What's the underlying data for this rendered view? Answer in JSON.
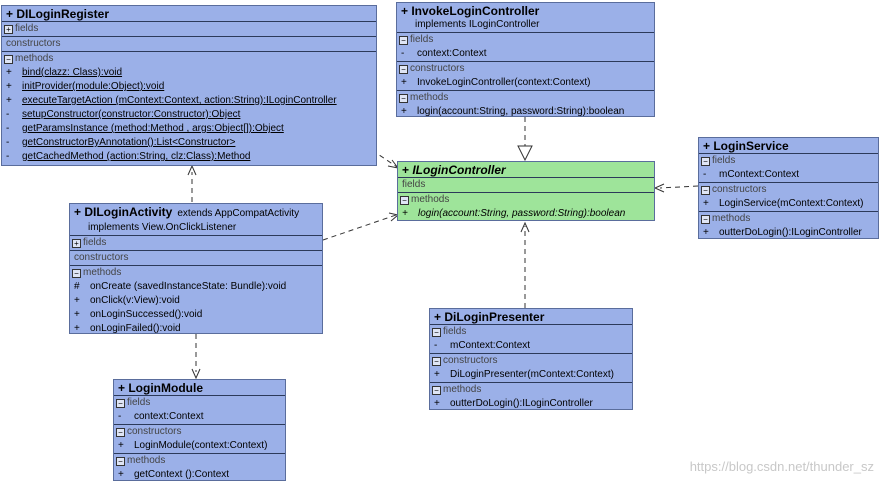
{
  "diagram": {
    "sections": {
      "fields": "fields",
      "constructors": "constructors",
      "methods": "methods"
    },
    "classes": {
      "DILoginRegister": {
        "title": "DILoginRegister",
        "methods": [
          {
            "vis": "+",
            "text": "bind(clazz: Class):void"
          },
          {
            "vis": "+",
            "text": "initProvider(module:Object):void"
          },
          {
            "vis": "+",
            "text": "executeTargetAction (mContext:Context,  action:String):ILoginController"
          },
          {
            "vis": "-",
            "text": "setupConstructor(constructor:Constructor):Object"
          },
          {
            "vis": "-",
            "text": "getParamsInstance (method:Method , args:Object[]):Object"
          },
          {
            "vis": "-",
            "text": "getConstructorByAnnotation():List<Constructor>"
          },
          {
            "vis": "-",
            "text": "getCachedMethod (action:String, clz:Class):Method"
          }
        ]
      },
      "InvokeLoginController": {
        "title": "InvokeLoginController",
        "implements": "implements  ILoginController",
        "fields": [
          {
            "vis": "-",
            "text": "context:Context"
          }
        ],
        "constructors": [
          {
            "vis": "+",
            "text": "InvokeLoginController(context:Context)"
          }
        ],
        "methods": [
          {
            "vis": "+",
            "text": "login(account:String, password:String):boolean"
          }
        ]
      },
      "ILoginController": {
        "title": "ILoginController",
        "methods": [
          {
            "vis": "+",
            "text": "login(account:String, password:String):boolean"
          }
        ]
      },
      "LoginService": {
        "title": "LoginService",
        "fields": [
          {
            "vis": "-",
            "text": "mContext:Context"
          }
        ],
        "constructors": [
          {
            "vis": "+",
            "text": "LoginService(mContext:Context)"
          }
        ],
        "methods": [
          {
            "vis": "+",
            "text": "outterDoLogin():ILoginController"
          }
        ]
      },
      "DILoginActivity": {
        "title": "DILoginActivity",
        "extends": "extends  AppCompatActivity",
        "implements": "implements  View.OnClickListener",
        "methods": [
          {
            "vis": "#",
            "text": "onCreate (savedInstanceState: Bundle):void"
          },
          {
            "vis": "+",
            "text": "onClick(v:View):void"
          },
          {
            "vis": "+",
            "text": "onLoginSuccessed():void"
          },
          {
            "vis": "+",
            "text": "onLoginFailed():void"
          }
        ]
      },
      "DiLoginPresenter": {
        "title": "DiLoginPresenter",
        "fields": [
          {
            "vis": "-",
            "text": "mContext:Context"
          }
        ],
        "constructors": [
          {
            "vis": "+",
            "text": "DiLoginPresenter(mContext:Context)"
          }
        ],
        "methods": [
          {
            "vis": "+",
            "text": "outterDoLogin():ILoginController"
          }
        ]
      },
      "LoginModule": {
        "title": "LoginModule",
        "fields": [
          {
            "vis": "-",
            "text": "context:Context"
          }
        ],
        "constructors": [
          {
            "vis": "+",
            "text": "LoginModule(context:Context)"
          }
        ],
        "methods": [
          {
            "vis": "+",
            "text": "getContext ():Context"
          }
        ]
      }
    },
    "watermark": "https://blog.csdn.net/thunder_sz",
    "colors": {
      "class_fill": "#9bb0e8",
      "interface_fill": "#9ee49a",
      "border": "#5a6d9c",
      "line": "#333333"
    }
  }
}
